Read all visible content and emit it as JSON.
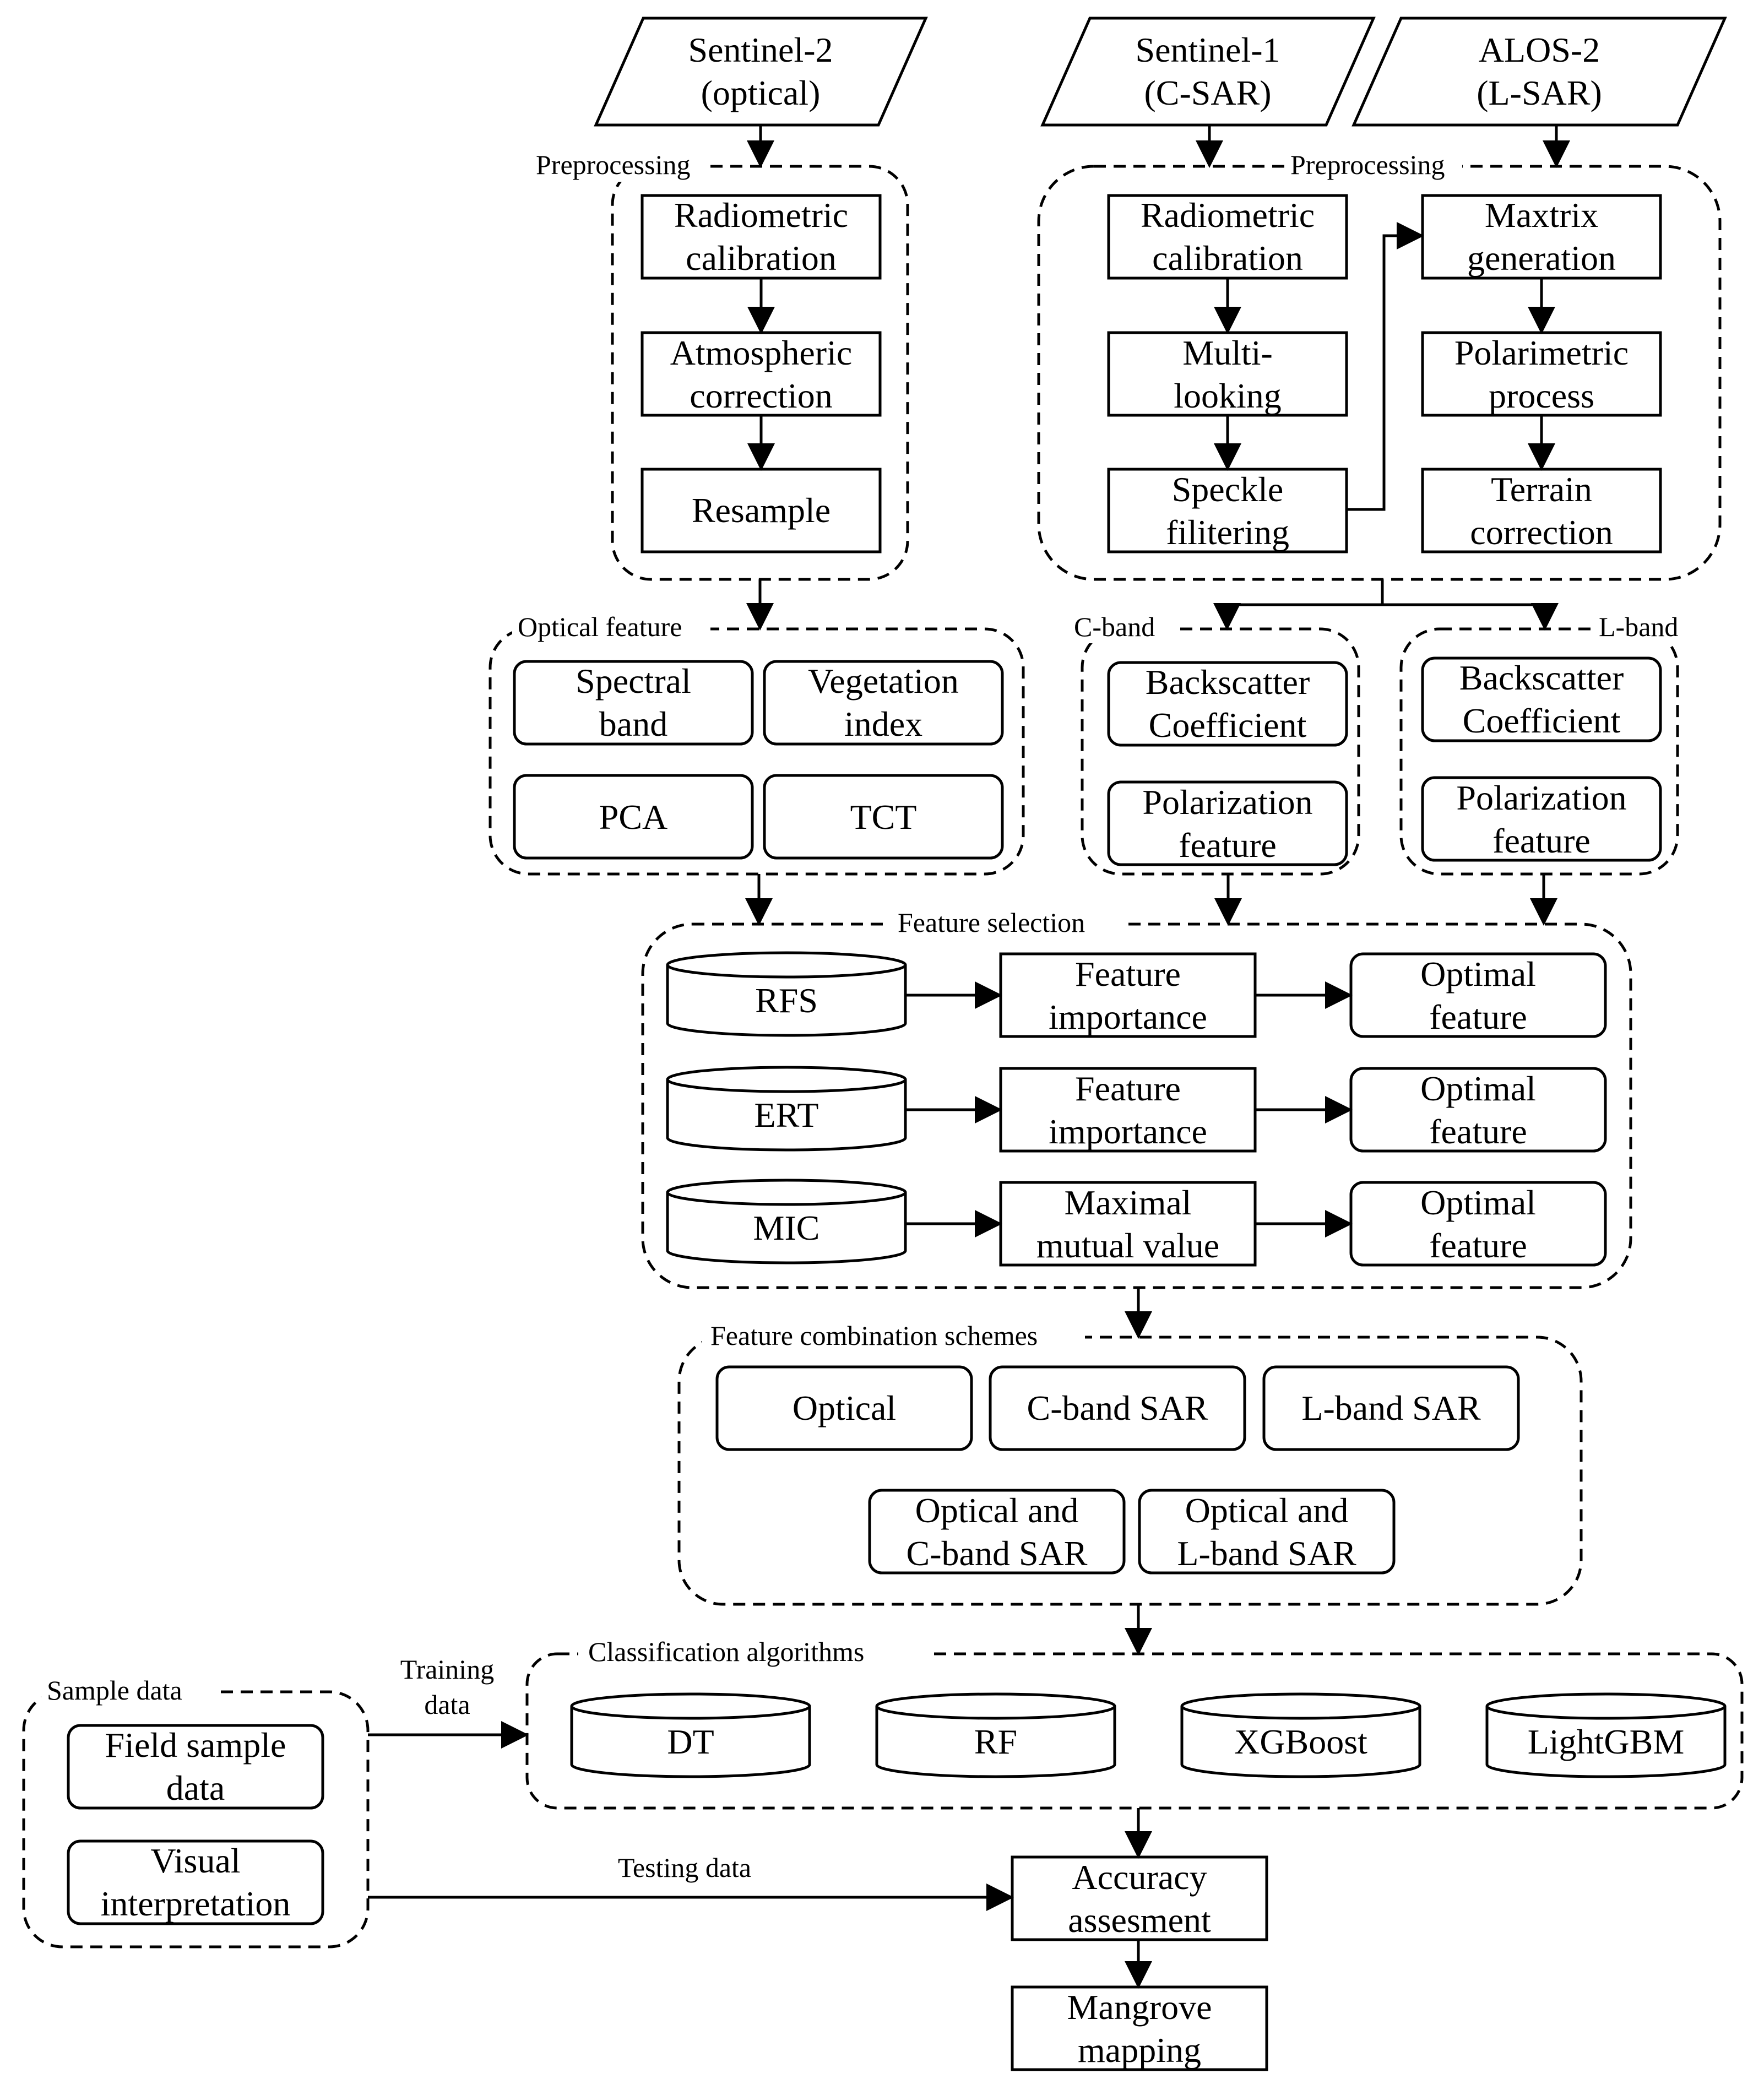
{
  "inputs": {
    "s2_line1": "Sentinel-2",
    "s2_line2": "(optical)",
    "s1_line1": "Sentinel-1",
    "s1_line2": "(C-SAR)",
    "alos_line1": "ALOS-2",
    "alos_line2": "(L-SAR)"
  },
  "groups": {
    "preprocessing_optical": "Preprocessing",
    "preprocessing_sar": "Preprocessing",
    "optical_feature": "Optical feature",
    "c_band": "C-band",
    "l_band": "L-band",
    "feature_selection": "Feature selection",
    "combination": "Feature combination schemes",
    "classification": "Classification algorithms",
    "sample_data": "Sample data"
  },
  "optical_pre": {
    "radiometric": [
      "Radiometric",
      "calibration"
    ],
    "atmospheric": [
      "Atmospheric",
      "correction"
    ],
    "resample": "Resample"
  },
  "sar_pre": {
    "radiometric": [
      "Radiometric",
      "calibration"
    ],
    "multilooking": [
      "Multi-",
      "looking"
    ],
    "speckle": [
      "Speckle",
      "filitering"
    ],
    "matrix": [
      "Maxtrix",
      "generation"
    ],
    "polarimetric": [
      "Polarimetric",
      "process"
    ],
    "terrain": [
      "Terrain",
      "correction"
    ]
  },
  "optical_features": {
    "spectral": [
      "Spectral",
      "band"
    ],
    "vegetation": [
      "Vegetation",
      "index"
    ],
    "pca": "PCA",
    "tct": "TCT"
  },
  "c_band_features": {
    "backscatter": [
      "Backscatter",
      "Coefficient"
    ],
    "polarization": [
      "Polarization",
      "feature"
    ]
  },
  "l_band_features": {
    "backscatter": [
      "Backscatter",
      "Coefficient"
    ],
    "polarization": [
      "Polarization",
      "feature"
    ]
  },
  "feature_selection": {
    "methods": [
      "RFS",
      "ERT",
      "MIC"
    ],
    "measures": [
      [
        "Feature",
        "importance"
      ],
      [
        "Feature",
        "importance"
      ],
      [
        "Maximal",
        "mutual value"
      ]
    ],
    "outputs": [
      [
        "Optimal",
        "feature"
      ],
      [
        "Optimal",
        "feature"
      ],
      [
        "Optimal",
        "feature"
      ]
    ]
  },
  "schemes": {
    "optical": "Optical",
    "c_sar": "C-band SAR",
    "l_sar": "L-band SAR",
    "optical_c": [
      "Optical and",
      "C-band SAR"
    ],
    "optical_l": [
      "Optical and",
      "L-band SAR"
    ]
  },
  "algorithms": [
    "DT",
    "RF",
    "XGBoost",
    "LightGBM"
  ],
  "samples": {
    "field": [
      "Field sample",
      "data"
    ],
    "visual": [
      "Visual",
      "interpretation"
    ]
  },
  "edges": {
    "training": [
      "Training",
      "data"
    ],
    "testing": "Testing data"
  },
  "outputs": {
    "accuracy": [
      "Accuracy",
      "assesment"
    ],
    "mapping": [
      "Mangrove",
      "mapping"
    ]
  }
}
